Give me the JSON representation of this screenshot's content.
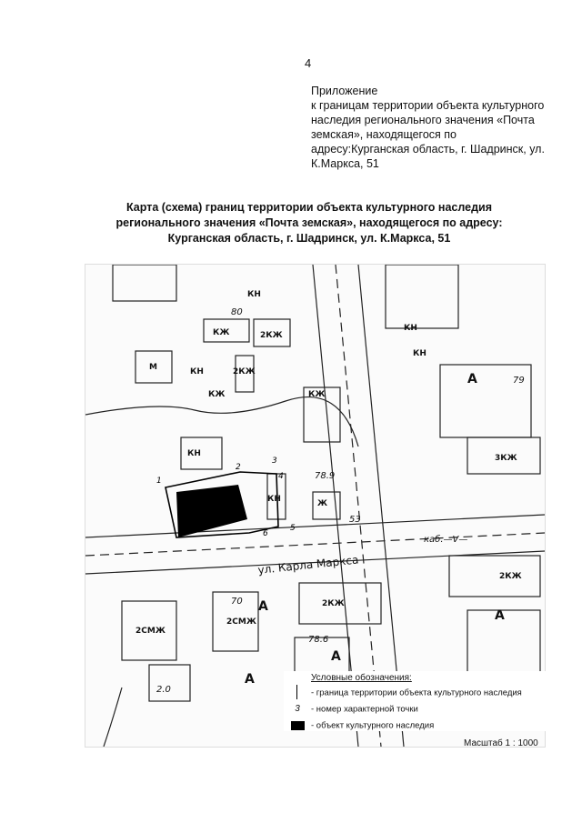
{
  "page_number": "4",
  "appendix": {
    "lines": [
      "Приложение",
      "к границам территории объекта культурного",
      "наследия регионального значения «Почта",
      "земская», находящегося по",
      "адресу:Курганская область, г. Шадринск, ул.",
      "К.Маркса, 51"
    ]
  },
  "title": {
    "lines": [
      "Карта (схема) границ территории объекта культурного наследия",
      "регионального значения «Почта земская», находящегося по адресу:",
      "Курганская область, г. Шадринск, ул. К.Маркса, 51"
    ]
  },
  "map": {
    "street_label": "ул. Карла Маркса",
    "cable_label": "каб.—V—",
    "building_labels": [
      "М",
      "КН",
      "КН",
      "2КЖ",
      "КЖ",
      "2КЖ",
      "КН",
      "КН",
      "КЖ",
      "КН",
      "Ж",
      "А",
      "3КЖ",
      "2КЖ",
      "2КЖ",
      "2СМЖ",
      "2СМЖ",
      "А",
      "А",
      "А",
      "А",
      "КН",
      "КЖ"
    ],
    "elevations": [
      "80",
      "79",
      "78.9",
      "78.6",
      "70",
      "2.0",
      "53"
    ],
    "characteristic_points": [
      "1",
      "2",
      "3",
      "4",
      "5",
      "6"
    ]
  },
  "legend": {
    "title": "Условные обозначения:",
    "items": [
      {
        "symbol_text": "",
        "label": "- граница территории объекта культурного наследия"
      },
      {
        "symbol_text": "3",
        "label": "- номер характерной точки"
      },
      {
        "symbol_text": "",
        "label": "- объект   культурного наследия"
      }
    ]
  },
  "scale": "Масштаб 1 : 1000",
  "colors": {
    "heritage_object": "#000000",
    "ink": "#111111"
  }
}
